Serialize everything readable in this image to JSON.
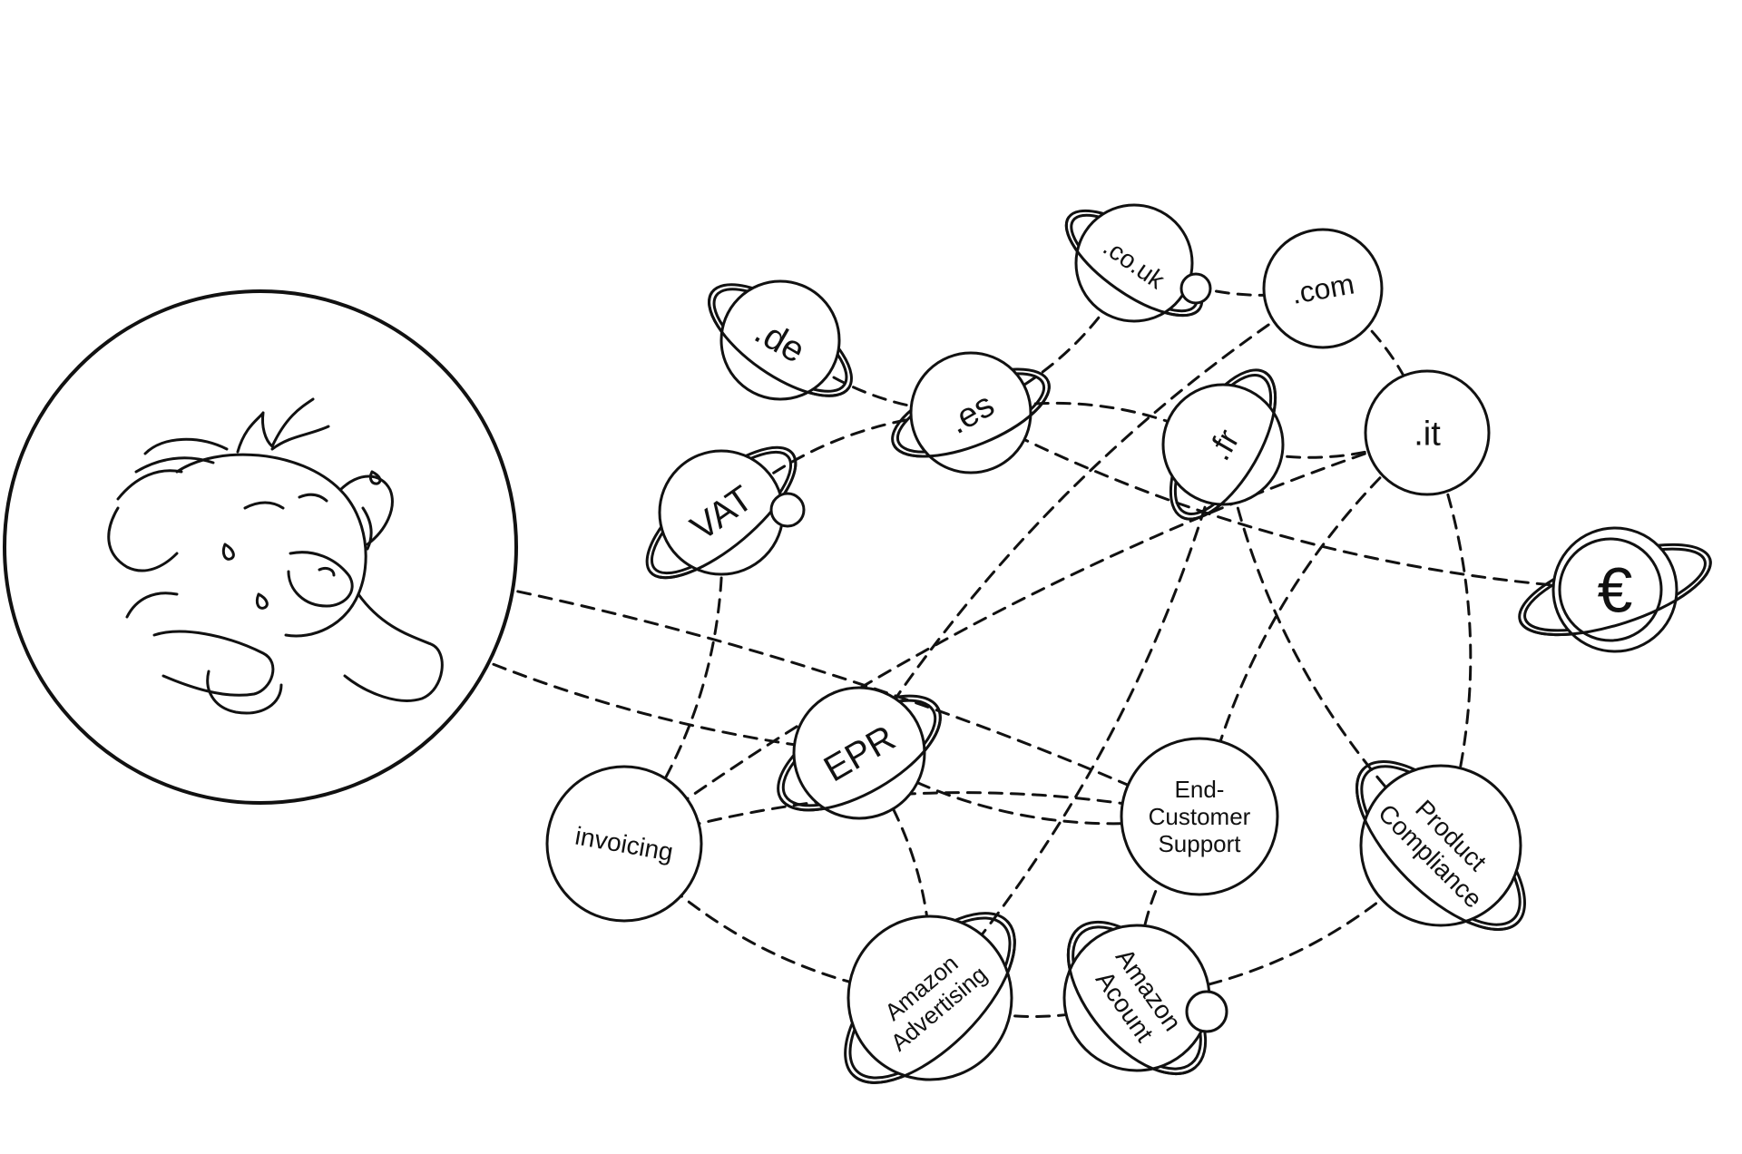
{
  "diagram": {
    "nodes": [
      {
        "id": "de",
        "label": ".de",
        "ring": true,
        "moon": false
      },
      {
        "id": "couk",
        "label": ".co.uk",
        "ring": true,
        "moon": true
      },
      {
        "id": "com",
        "label": ".com",
        "ring": false,
        "moon": false
      },
      {
        "id": "es",
        "label": ".es",
        "ring": true,
        "moon": false
      },
      {
        "id": "fr",
        "label": ".fr",
        "ring": true,
        "moon": false
      },
      {
        "id": "it",
        "label": ".it",
        "ring": false,
        "moon": false
      },
      {
        "id": "vat",
        "label": "VAT",
        "ring": true,
        "moon": true
      },
      {
        "id": "euro",
        "label": "€",
        "ring": true,
        "moon": false
      },
      {
        "id": "epr",
        "label": "EPR",
        "ring": true,
        "moon": false
      },
      {
        "id": "invoicing",
        "label": "invoicing",
        "ring": false,
        "moon": false
      },
      {
        "id": "ecs",
        "label": "End-\nCustomer\nSupport",
        "ring": false,
        "moon": false
      },
      {
        "id": "pc",
        "label": "Product\nCompliance",
        "ring": true,
        "moon": false
      },
      {
        "id": "ads",
        "label": "Amazon\nAdvertising",
        "ring": true,
        "moon": false
      },
      {
        "id": "acct",
        "label": "Amazon\nAcount",
        "ring": true,
        "moon": true
      }
    ],
    "links": [
      [
        "seller",
        "epr"
      ],
      [
        "seller",
        "ecs"
      ],
      [
        "de",
        "es"
      ],
      [
        "es",
        "fr"
      ],
      [
        "couk",
        "com"
      ],
      [
        "com",
        "it"
      ],
      [
        "es",
        "vat"
      ],
      [
        "vat",
        "invoicing"
      ],
      [
        "fr",
        "it"
      ],
      [
        "couk",
        "es"
      ],
      [
        "com",
        "epr"
      ],
      [
        "fr",
        "ads"
      ],
      [
        "it",
        "ecs"
      ],
      [
        "it",
        "pc"
      ],
      [
        "fr",
        "pc"
      ],
      [
        "euro",
        "es"
      ],
      [
        "epr",
        "ecs"
      ],
      [
        "epr",
        "ads"
      ],
      [
        "invoicing",
        "ads"
      ],
      [
        "invoicing",
        "it"
      ],
      [
        "ecs",
        "acct"
      ],
      [
        "pc",
        "acct"
      ],
      [
        "ads",
        "acct"
      ],
      [
        "invoicing",
        "ecs"
      ]
    ]
  },
  "illustration": {
    "subject": "stressed-seller-illustration"
  }
}
